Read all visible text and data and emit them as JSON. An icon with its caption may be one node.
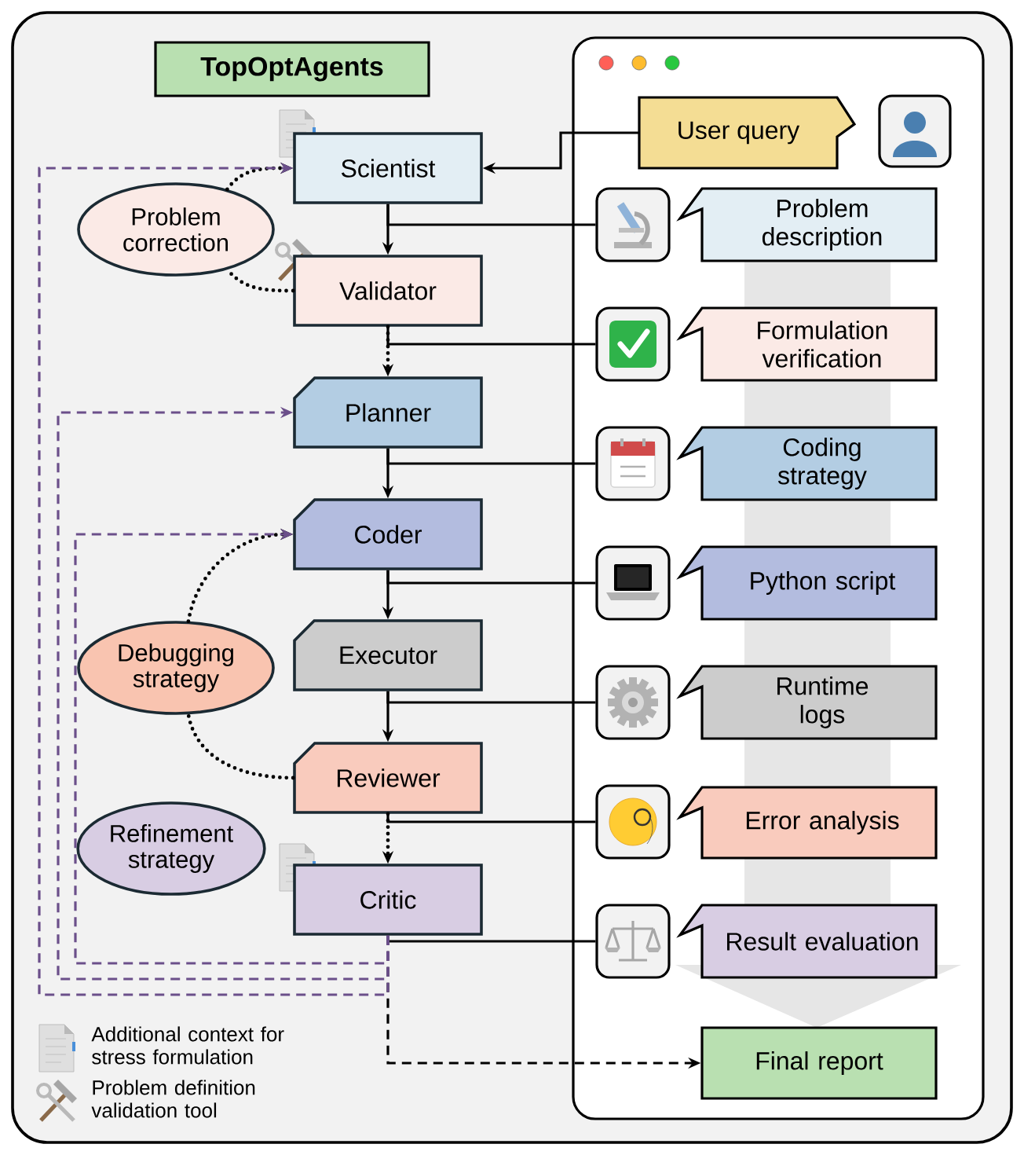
{
  "diagram": {
    "nodes": [
      {
        "text": [
          "TopOptAgents"
        ]
      },
      {
        "text": [
          "Scientist"
        ]
      },
      {
        "text": [
          "Problem correction"
        ]
      },
      {
        "text": [
          "Validator"
        ]
      },
      {
        "text": [
          "Planner"
        ]
      },
      {
        "text": [
          "Coder"
        ]
      },
      {
        "text": [
          "Debugging strategy"
        ]
      },
      {
        "text": [
          "Executor"
        ]
      },
      {
        "text": [
          "Reviewer"
        ]
      },
      {
        "text": [
          "Refinement strategy"
        ]
      },
      {
        "text": [
          "Critic"
        ]
      },
      {
        "text": [
          "User query"
        ]
      },
      {
        "text": [],
        "shape": "picture"
      },
      {
        "text": [
          "Problem description"
        ]
      },
      {
        "text": [],
        "shape": "picture"
      },
      {
        "text": [
          "Formulation verification"
        ]
      },
      {
        "text": [],
        "shape": "picture"
      },
      {
        "text": [
          "Coding strategy"
        ]
      },
      {
        "text": [],
        "shape": "picture"
      },
      {
        "text": [
          "Python script"
        ]
      },
      {
        "text": [],
        "shape": "picture"
      },
      {
        "text": [
          "Runtime logs"
        ]
      },
      {
        "text": [],
        "shape": "picture"
      },
      {
        "text": [
          "Error analysis"
        ]
      },
      {
        "text": [],
        "shape": "picture"
      },
      {
        "text": [
          "Result evaluation"
        ]
      },
      {
        "text": [
          "Final report"
        ]
      }
    ],
    "edges": [
      {
        "from": 11,
        "to": 1,
        "arrow": "to"
      },
      {
        "from": 1,
        "to": 3,
        "arrow": "to"
      },
      {
        "from": 1,
        "to": 12,
        "arrow": "none"
      },
      {
        "from": 2,
        "to": 1,
        "arrow": "to",
        "style": "dashed"
      },
      {
        "from": 3,
        "to": 2,
        "arrow": "none",
        "style": "dashed"
      },
      {
        "from": 3,
        "to": 4,
        "arrow": "to",
        "style": "dashed"
      },
      {
        "from": 3,
        "to": 14,
        "arrow": "none"
      },
      {
        "from": 4,
        "to": 5,
        "arrow": "to"
      },
      {
        "from": 4,
        "to": 16,
        "arrow": "none"
      },
      {
        "from": 6,
        "to": 5,
        "arrow": "to",
        "style": "dashed"
      },
      {
        "from": 5,
        "to": 7,
        "arrow": "to"
      },
      {
        "from": 5,
        "to": 18,
        "arrow": "none"
      },
      {
        "from": 8,
        "to": 6,
        "arrow": "none",
        "style": "dashed"
      },
      {
        "from": 7,
        "to": 8,
        "arrow": "to"
      },
      {
        "from": 7,
        "to": 20,
        "arrow": "none"
      },
      {
        "from": 8,
        "to": 10,
        "arrow": "to",
        "style": "dashed"
      },
      {
        "from": 8,
        "to": 22,
        "arrow": "none"
      },
      {
        "from": 10,
        "to": 24,
        "arrow": "none"
      },
      {
        "from": 10,
        "to": 26,
        "arrow": "to",
        "style": "dashed"
      },
      {
        "from": 10,
        "to": 1,
        "arrow": "to",
        "style": "dashed",
        "color": "#6b4f8a"
      },
      {
        "from": 10,
        "to": 4,
        "arrow": "to",
        "style": "dashed",
        "color": "#6b4f8a"
      },
      {
        "from": 10,
        "to": 5,
        "arrow": "to",
        "style": "dashed",
        "color": "#6b4f8a"
      }
    ],
    "legend": [
      {
        "text": "Additional context for stress formulation"
      },
      {
        "text": "Problem definition validation tool"
      }
    ]
  }
}
